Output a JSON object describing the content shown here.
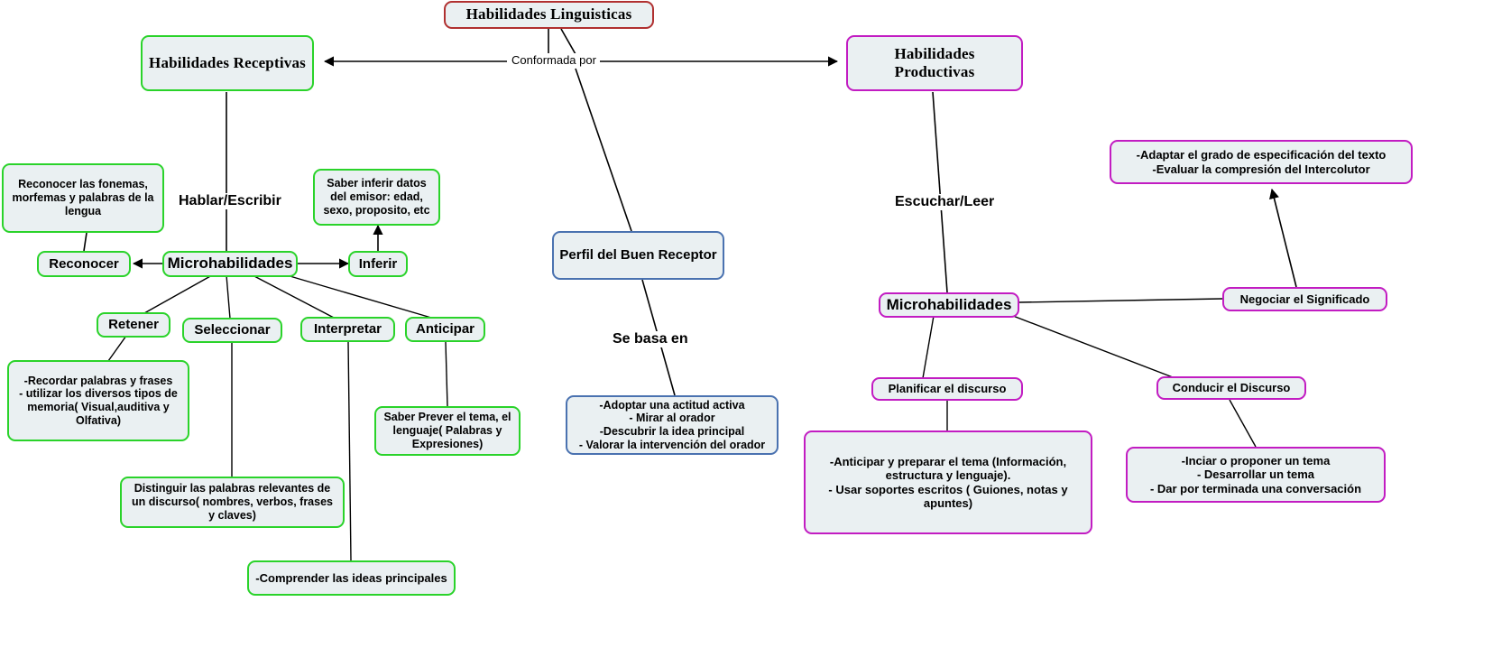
{
  "diagram": {
    "title": "Habilidades Linguisticas",
    "colors": {
      "root_border": "#b03030",
      "receptive_border": "#2ad32a",
      "productive_border": "#c21cc2",
      "center_border": "#4a72b0",
      "node_fill": "#eaf0f2",
      "edge": "#000000"
    }
  },
  "nodes": {
    "root": {
      "label": "Habilidades Linguisticas"
    },
    "receptivas": {
      "label": "Habilidades Receptivas"
    },
    "productivas": {
      "label": "Habilidades Productivas"
    },
    "perfil": {
      "label": "Perfil del Buen Receptor"
    },
    "perfil_detalle": {
      "label": "-Adoptar una actitud activa\n- Mirar al orador\n-Descubrir la idea principal\n- Valorar la intervención del orador"
    },
    "micro_izq": {
      "label": "Microhabilidades"
    },
    "reconocer": {
      "label": "Reconocer"
    },
    "reconocer_detalle": {
      "label": "Reconocer las fonemas, morfemas y palabras de la lengua"
    },
    "inferir": {
      "label": "Inferir"
    },
    "inferir_detalle": {
      "label": "Saber inferir datos del emisor: edad, sexo, proposito, etc"
    },
    "retener": {
      "label": "Retener"
    },
    "retener_detalle": {
      "label": "-Recordar palabras y frases\n- utilizar los diversos tipos de memoria( Visual,auditiva y Olfativa)"
    },
    "seleccionar": {
      "label": "Seleccionar"
    },
    "seleccionar_detalle": {
      "label": "Distinguir las palabras relevantes de un discurso( nombres, verbos, frases y claves)"
    },
    "interpretar": {
      "label": "Interpretar"
    },
    "interpretar_detalle": {
      "label": "-Comprender las ideas principales"
    },
    "anticipar": {
      "label": "Anticipar"
    },
    "anticipar_detalle": {
      "label": "Saber Prever el tema, el lenguaje( Palabras y Expresiones)"
    },
    "micro_der": {
      "label": "Microhabilidades"
    },
    "planificar": {
      "label": "Planificar el discurso"
    },
    "planificar_detalle": {
      "label": "-Anticipar y preparar el tema (Información, estructura y lenguaje).\n- Usar soportes escritos ( Guiones, notas y apuntes)"
    },
    "conducir": {
      "label": "Conducir el Discurso"
    },
    "conducir_detalle": {
      "label": "-Inciar o proponer un tema\n- Desarrollar un tema\n- Dar por terminada una conversación"
    },
    "negociar": {
      "label": "Negociar el Significado"
    },
    "negociar_detalle": {
      "label": "-Adaptar el grado de especificación del texto\n-Evaluar la compresión del Intercolutor"
    }
  },
  "edge_labels": {
    "conformada_por": "Conformada por",
    "hablar_escribir": "Hablar/Escribir",
    "escuchar_leer": "Escuchar/Leer",
    "se_basa_en": "Se basa en"
  }
}
